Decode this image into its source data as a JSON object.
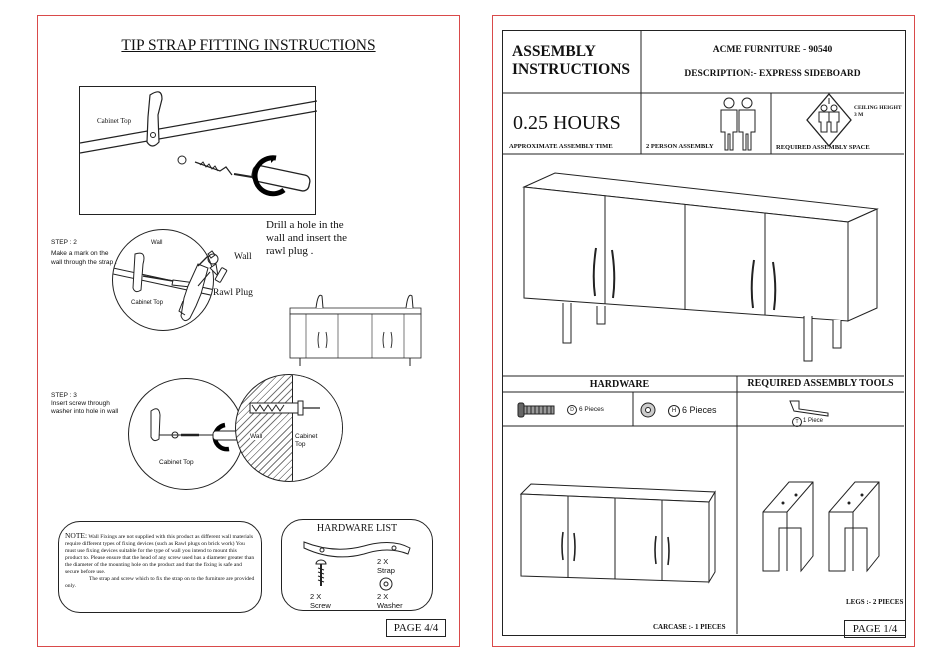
{
  "left_page": {
    "title": "TIP STRAP FITTING INSTRUCTIONS",
    "fig1_label": "Cabinet Top",
    "step2_title": "STEP : 2",
    "step2_text": "Make a mark on the wall through the strap .",
    "step2_wall": "Wall",
    "step2_cabinet_top": "Cabinet Top",
    "drill_text": "Drill  a hole in the wall and insert the rawl plug .",
    "wall_label": "Wall",
    "rawl_plug_label": "Rawl Plug",
    "step3_title": "STEP : 3",
    "step3_text": "Insert screw through washer into hole in wall",
    "step3_cabinet_top": "Cabinet Top",
    "step3_wall": "Wall",
    "step3_cabinet_top2": "Cabinet Top",
    "note_title": "NOTE:",
    "note_text": "Wall Fixings are not supplied with this product as different wall materials require different types of fixing devices (such as Rawl plugs on brick work) You must use fixing devices suitable for the type of wall you intend to mount this product to. Please ensure that the head of any screw used has a diameter greater than the diameter of the mounting hole on the product and that the fixing is safe and secure before use.",
    "note_text2": "The strap and screw which to fix the strap on to the furniture are provided only.",
    "hardware_title": "HARDWARE LIST",
    "hw_strap": "2 X Strap",
    "hw_screw": "2 X Screw",
    "hw_washer": "2 X Washer",
    "page_number": "PAGE 4/4"
  },
  "right_page": {
    "title": "ASSEMBLY INSTRUCTIONS",
    "brand_line": "ACME FURNITURE - 90540",
    "description": "DESCRIPTION:- EXPRESS SIDEBOARD",
    "time": "0.25 HOURS",
    "time_label": "APPROXIMATE ASSEMBLY TIME",
    "person_label": "2 PERSON ASSEMBLY",
    "space_label": "REQUIRED ASSEMBLY SPACE",
    "ceiling_label": "CEILING HEIGHT 3 M",
    "hardware_title": "HARDWARE",
    "tools_title": "REQUIRED ASSEMBLY TOOLS",
    "hw1_code": "D",
    "hw1_qty": "6 Pieces",
    "hw2_code": "H",
    "hw2_qty": "6 Pieces",
    "tool_code": "T",
    "tool_qty": "1 Piece",
    "carcase_label": "CARCASE :- 1 PIECES",
    "legs_label": "LEGS :- 2 PIECES",
    "page_number": "PAGE 1/4"
  }
}
